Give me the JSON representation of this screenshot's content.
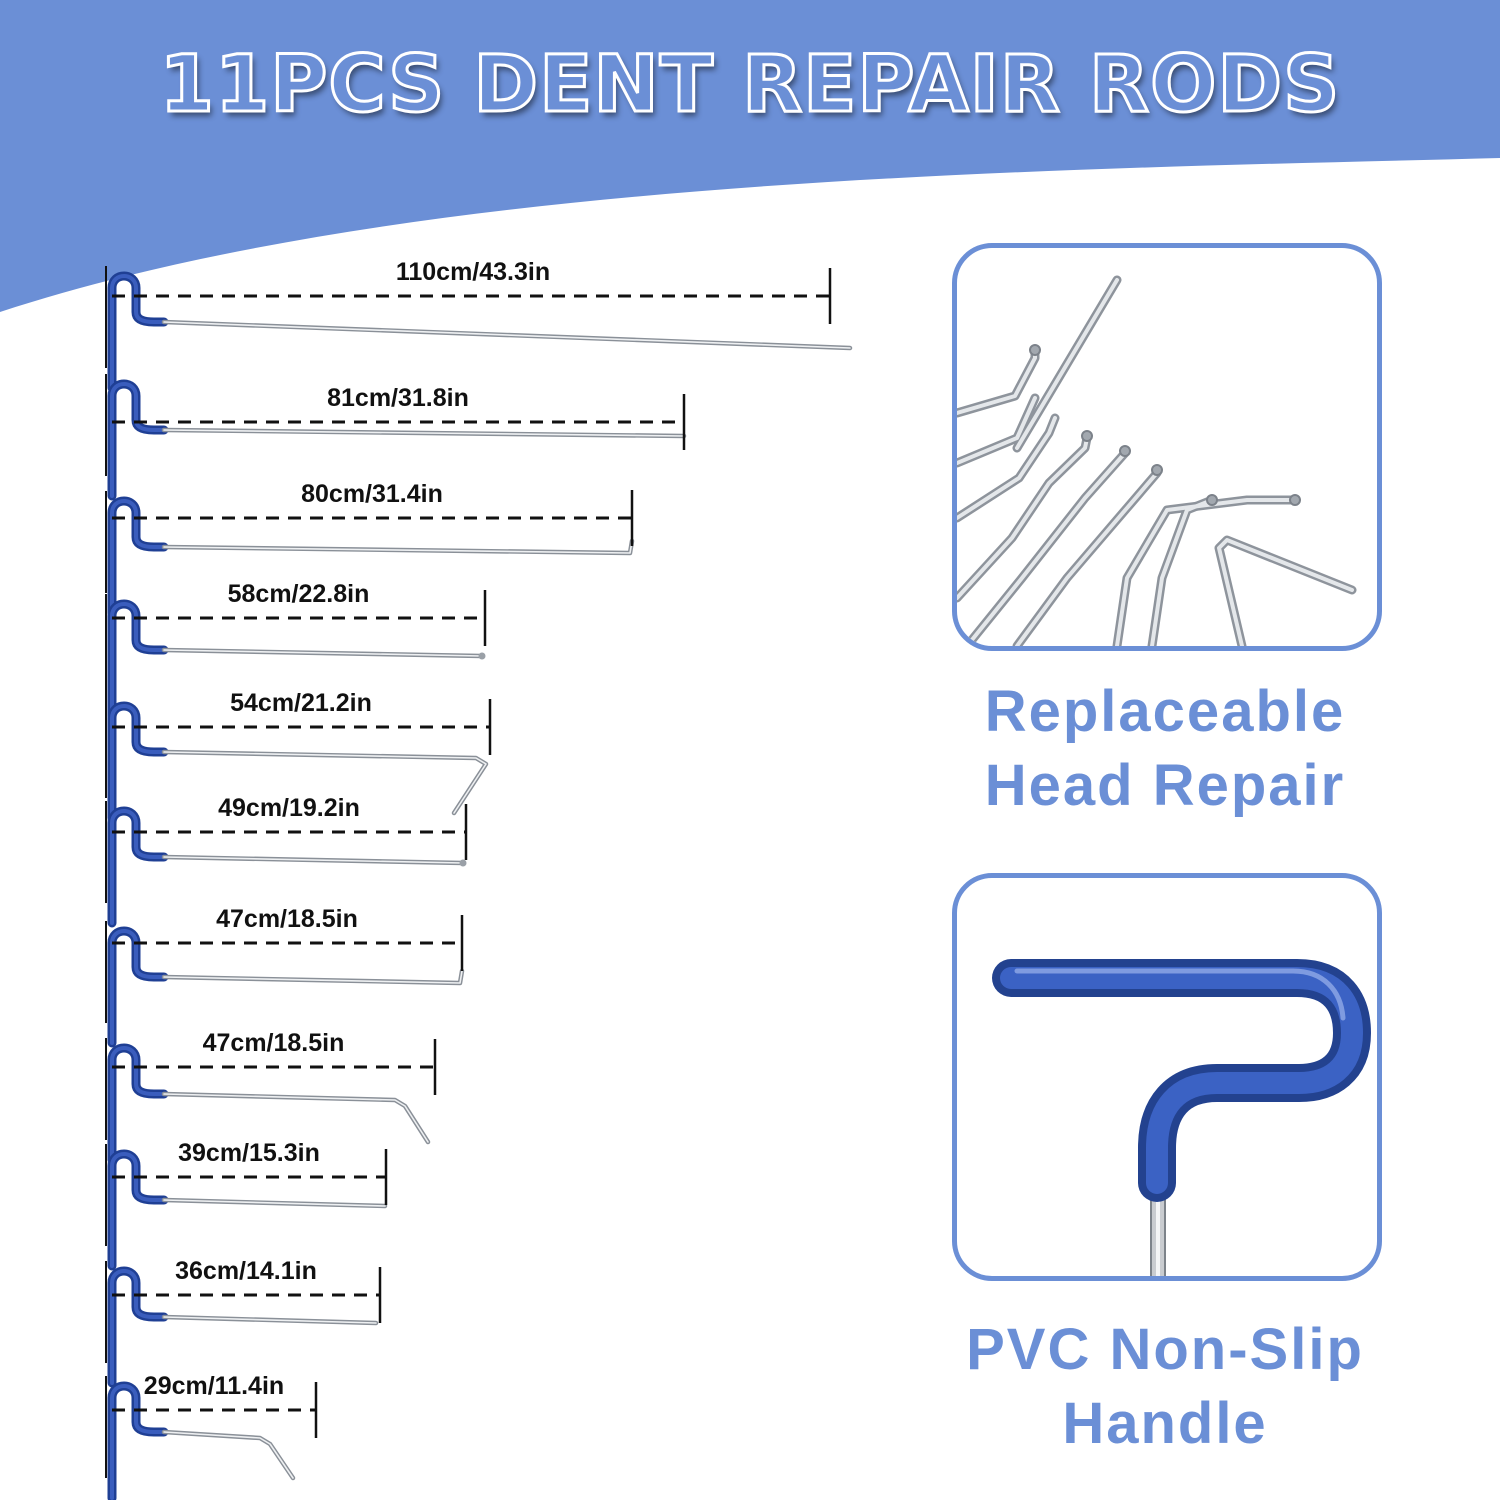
{
  "title": "11PCS DENT REPAIR RODS",
  "colors": {
    "accent": "#6b8fd6",
    "handle_blue": "#2e4fa3",
    "rod_silver": "#b8bcc2",
    "dashline": "#111111"
  },
  "rods": [
    {
      "label": "110cm/43.3in"
    },
    {
      "label": "81cm/31.8in"
    },
    {
      "label": "80cm/31.4in"
    },
    {
      "label": "58cm/22.8in"
    },
    {
      "label": "54cm/21.2in"
    },
    {
      "label": "49cm/19.2in"
    },
    {
      "label": "47cm/18.5in"
    },
    {
      "label": "47cm/18.5in"
    },
    {
      "label": "39cm/15.3in"
    },
    {
      "label": "36cm/14.1in"
    },
    {
      "label": "29cm/11.4in"
    }
  ],
  "features": {
    "heads": {
      "line1": "Replaceable",
      "line2": "Head Repair",
      "icon": "rod-heads-closeup-image"
    },
    "handle": {
      "line1": "PVC Non-Slip",
      "line2": "Handle",
      "icon": "pvc-handle-closeup-image"
    }
  }
}
